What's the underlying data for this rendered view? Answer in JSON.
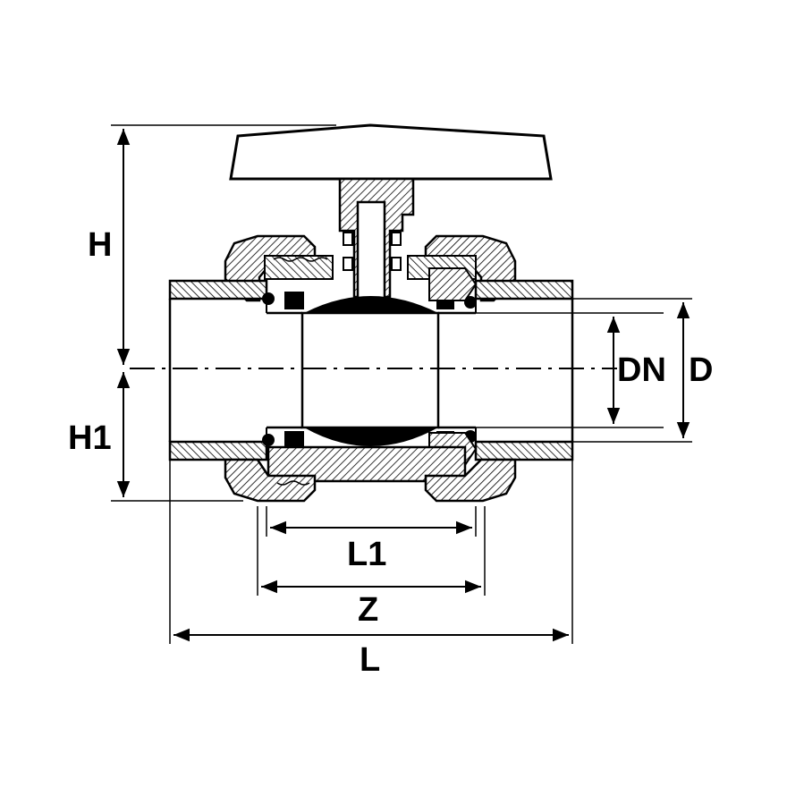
{
  "diagram": {
    "labels": {
      "H": "H",
      "H1": "H1",
      "DN": "DN",
      "D": "D",
      "L1": "L1",
      "Z": "Z",
      "L": "L"
    },
    "colors": {
      "line": "#000000",
      "background": "#ffffff",
      "solid_fill": "#000000"
    }
  }
}
